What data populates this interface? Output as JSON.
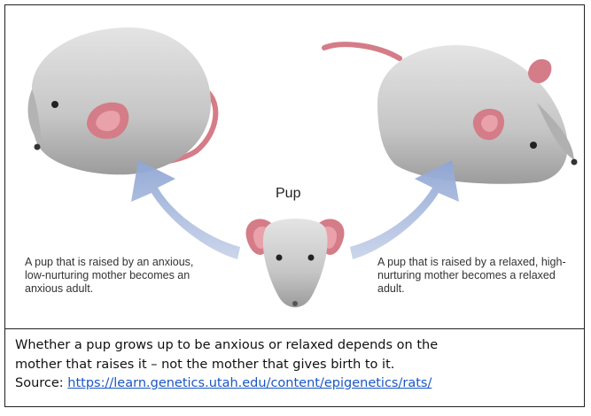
{
  "diagram": {
    "pup_label": "Pup",
    "left_text": "A pup that is raised by an anxious, low-nurturing mother becomes an anxious adult.",
    "right_text": "A pup that is raised by a relaxed, high-nurturing mother becomes a relaxed adult."
  },
  "caption": {
    "line1": "Whether a pup grows up to be anxious or relaxed depends on the",
    "line2": "mother that raises it – not the mother that gives birth to it.",
    "source_label": "Source: ",
    "source_url": "https://learn.genetics.utah.edu/content/epigenetics/rats/"
  },
  "colors": {
    "mouse_body": "#c9c9c9",
    "ears_tail": "#d47c87",
    "arrows": "#9db1d8",
    "link": "#1a56c4"
  }
}
